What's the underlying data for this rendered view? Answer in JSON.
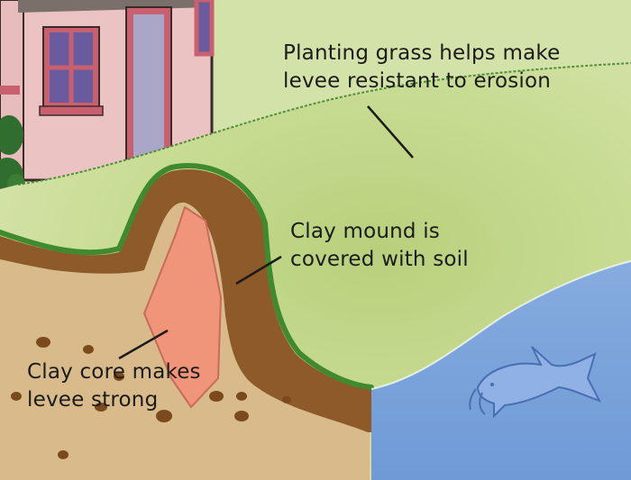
{
  "labels": {
    "grass": {
      "line1": "Planting grass helps make",
      "line2": "levee resistant to erosion"
    },
    "mound": {
      "line1": "Clay mound is",
      "line2": "covered with soil"
    },
    "core": {
      "line1": "Clay core makes",
      "line2": "levee strong"
    }
  },
  "colors": {
    "grass": "#c4d98a",
    "grass_edge": "#3f8a2e",
    "soil": "#8f5a2a",
    "ground": "#d9bb8b",
    "clay_core": "#f0957a",
    "water": "#7fa8de",
    "house_wall": "#ecc3c3",
    "house_trim": "#c8606f",
    "window": "#6a5a9e"
  },
  "icons": [
    "house",
    "shark",
    "rocks",
    "grass-hill"
  ]
}
